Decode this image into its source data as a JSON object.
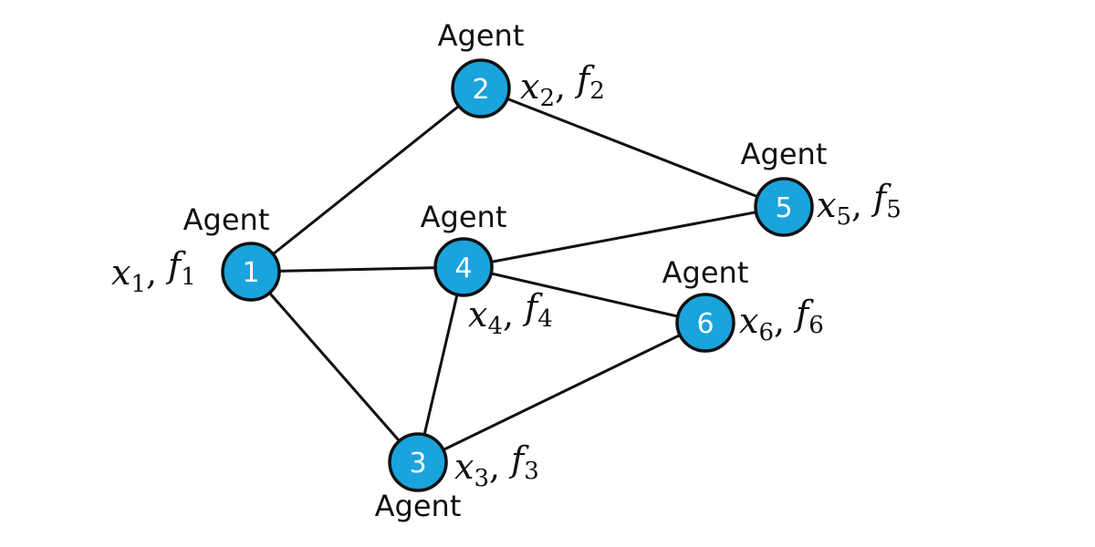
{
  "colors": {
    "node_fill": "#1aa3dc",
    "node_stroke": "#111111",
    "edge": "#111111",
    "background": "#ffffff"
  },
  "nodes": [
    {
      "id": "1",
      "number": "1",
      "agent_label": "Agent",
      "var": "x",
      "var_sub": "1",
      "sep": ", ",
      "func": "f",
      "func_sub": "1"
    },
    {
      "id": "2",
      "number": "2",
      "agent_label": "Agent",
      "var": "x",
      "var_sub": "2",
      "sep": ", ",
      "func": "f",
      "func_sub": "2"
    },
    {
      "id": "3",
      "number": "3",
      "agent_label": "Agent",
      "var": "x",
      "var_sub": "3",
      "sep": ", ",
      "func": "f",
      "func_sub": "3"
    },
    {
      "id": "4",
      "number": "4",
      "agent_label": "Agent",
      "var": "x",
      "var_sub": "4",
      "sep": ", ",
      "func": "f",
      "func_sub": "4"
    },
    {
      "id": "5",
      "number": "5",
      "agent_label": "Agent",
      "var": "x",
      "var_sub": "5",
      "sep": ", ",
      "func": "f",
      "func_sub": "5"
    },
    {
      "id": "6",
      "number": "6",
      "agent_label": "Agent",
      "var": "x",
      "var_sub": "6",
      "sep": ", ",
      "func": "f",
      "func_sub": "6"
    }
  ],
  "edges": [
    [
      "1",
      "2"
    ],
    [
      "1",
      "4"
    ],
    [
      "1",
      "3"
    ],
    [
      "2",
      "5"
    ],
    [
      "4",
      "5"
    ],
    [
      "4",
      "6"
    ],
    [
      "4",
      "3"
    ],
    [
      "3",
      "6"
    ]
  ]
}
